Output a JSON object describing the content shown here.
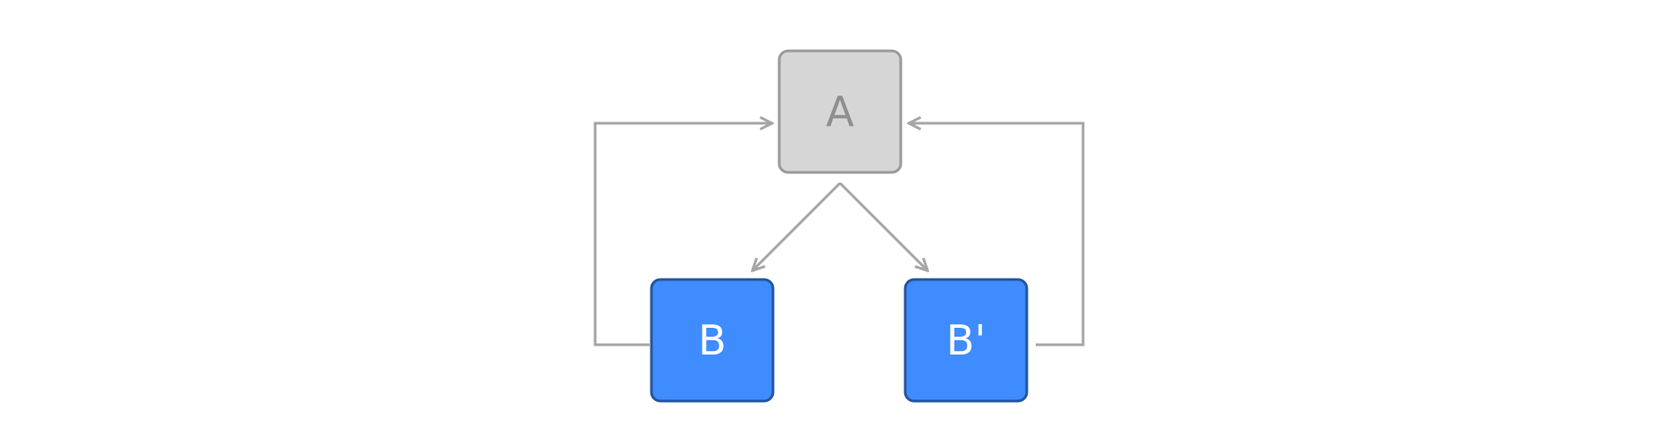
{
  "diagram": {
    "colors": {
      "background": "#ffffff",
      "edge": "#a6a6a6",
      "node_a_fill": "#d6d6d6",
      "node_a_stroke": "#9a9a9a",
      "node_a_text": "#8f8f8f",
      "node_b_fill": "#3f8cff",
      "node_b_stroke": "#24569f",
      "node_b_text": "#ffffff"
    },
    "nodes": {
      "a": {
        "label": "A"
      },
      "b": {
        "label": "B"
      },
      "b_prime": {
        "label": "B'"
      }
    }
  }
}
